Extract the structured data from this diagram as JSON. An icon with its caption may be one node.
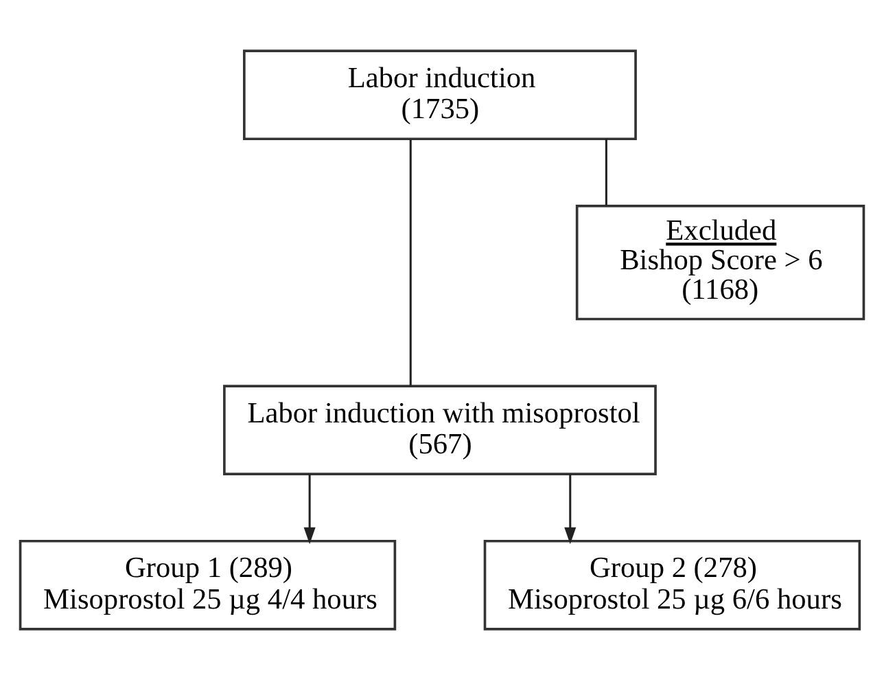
{
  "diagram": {
    "nodes": [
      {
        "text": [
          "Labor induction",
          "(1735)"
        ]
      },
      {
        "text": [
          "Excluded",
          "Bishop Score > 6",
          "(1168)"
        ]
      },
      {
        "text": [
          "Labor induction with misoprostol",
          "(567)"
        ]
      },
      {
        "text": [
          "Group 1 (289)",
          "Misoprostol 25 µg 4/4 hours"
        ]
      },
      {
        "text": [
          "Group 2 (278)",
          "Misoprostol 25 µg 6/6 hours"
        ]
      }
    ],
    "edges": [
      {
        "from": 0,
        "to": 2,
        "arrow": "none"
      },
      {
        "from": 0,
        "to": 1,
        "arrow": "none"
      },
      {
        "from": 2,
        "to": 3,
        "arrow": "to"
      },
      {
        "from": 2,
        "to": 4,
        "arrow": "to"
      }
    ]
  }
}
